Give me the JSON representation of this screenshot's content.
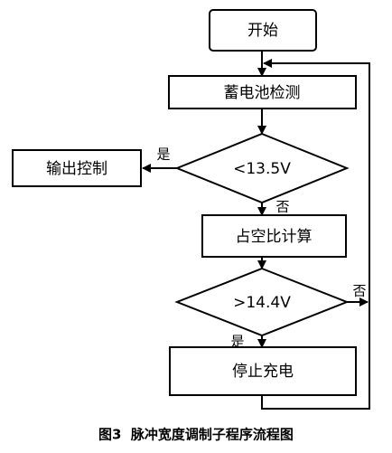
{
  "nodes": {
    "start": "开始",
    "battery_detect": "蓄电池检测",
    "decision_low": "<13.5V",
    "output_control": "输出控制",
    "duty_calc": "占空比计算",
    "decision_high": ">14.4V",
    "stop_charge": "停止充电"
  },
  "branch_labels": {
    "low_yes": "是",
    "low_no": "否",
    "high_no": "否",
    "high_yes": "是"
  },
  "caption": "图3  脉冲宽度调制子程序流程图"
}
